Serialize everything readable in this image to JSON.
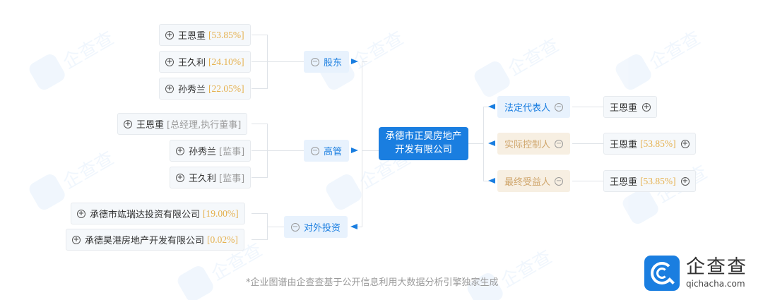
{
  "center": {
    "line1": "承德市正昊房地产",
    "line2": "开发有限公司"
  },
  "shareholders": {
    "label": "股东",
    "items": [
      {
        "name": "王恩重",
        "pct": "[53.85%]"
      },
      {
        "name": "王久利",
        "pct": "[24.10%]"
      },
      {
        "name": "孙秀兰",
        "pct": "[22.05%]"
      }
    ]
  },
  "executives": {
    "label": "高管",
    "items": [
      {
        "name": "王恩重",
        "role": "[总经理,执行董事]"
      },
      {
        "name": "孙秀兰",
        "role": "[监事]"
      },
      {
        "name": "王久利",
        "role": "[监事]"
      }
    ]
  },
  "investments": {
    "label": "对外投资",
    "items": [
      {
        "name": "承德市竑瑞达投资有限公司",
        "pct": "[19.00%]"
      },
      {
        "name": "承德昊港房地产开发有限公司",
        "pct": "[0.02%]"
      }
    ]
  },
  "legal_rep": {
    "label": "法定代表人",
    "name": "王恩重"
  },
  "actual_controller": {
    "label": "实际控制人",
    "name": "王恩重",
    "pct": "[53.85%]"
  },
  "ultimate_beneficiary": {
    "label": "最终受益人",
    "name": "王恩重",
    "pct": "[53.85%]"
  },
  "icons": {
    "expand": "+",
    "collapse": "−"
  },
  "footer": "*企业图谱由企查查基于公开信息利用大数据分析引擎独家生成",
  "brand": {
    "name": "企查查",
    "url": "qichacha.com"
  },
  "watermark": {
    "text": "企查查"
  },
  "colors": {
    "accent": "#1a7ee0",
    "percent": "#e5b04d",
    "tan_text": "#cfa56b",
    "tan_bg": "#f7efe2",
    "blue_bg": "#e8f2fd"
  }
}
